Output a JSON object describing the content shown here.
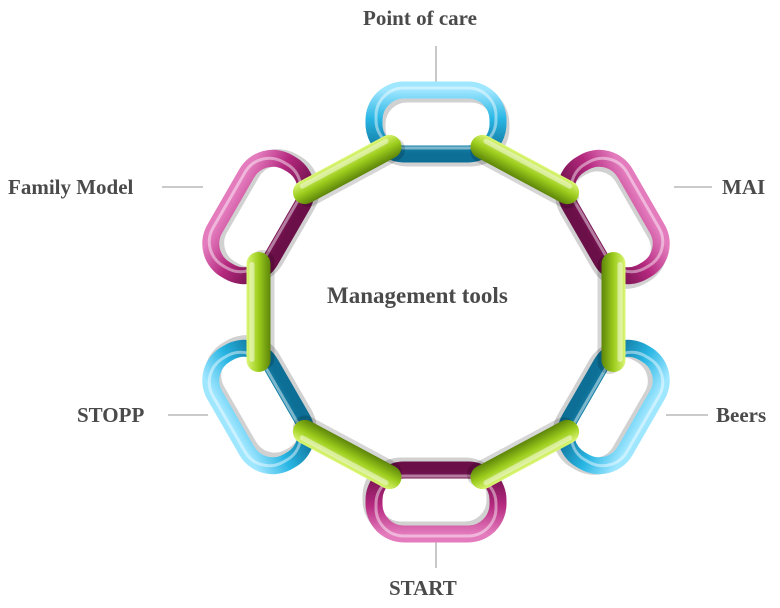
{
  "center": {
    "title": "Management tools"
  },
  "nodes": [
    {
      "id": "top",
      "label": "Point of care",
      "color": "#29b6e4"
    },
    {
      "id": "upper-right",
      "label": "MAI",
      "color": "#b5297f"
    },
    {
      "id": "lower-right",
      "label": "Beers",
      "color": "#29b6e4"
    },
    {
      "id": "bottom",
      "label": "START",
      "color": "#b5297f"
    },
    {
      "id": "lower-left",
      "label": "STOPP",
      "color": "#29b6e4"
    },
    {
      "id": "upper-left",
      "label": "Family Model",
      "color": "#b5297f"
    }
  ],
  "connector_color": "#9ccc1c",
  "leader_line_color": "#aaaaaa",
  "text_color": "#4a4a4a"
}
